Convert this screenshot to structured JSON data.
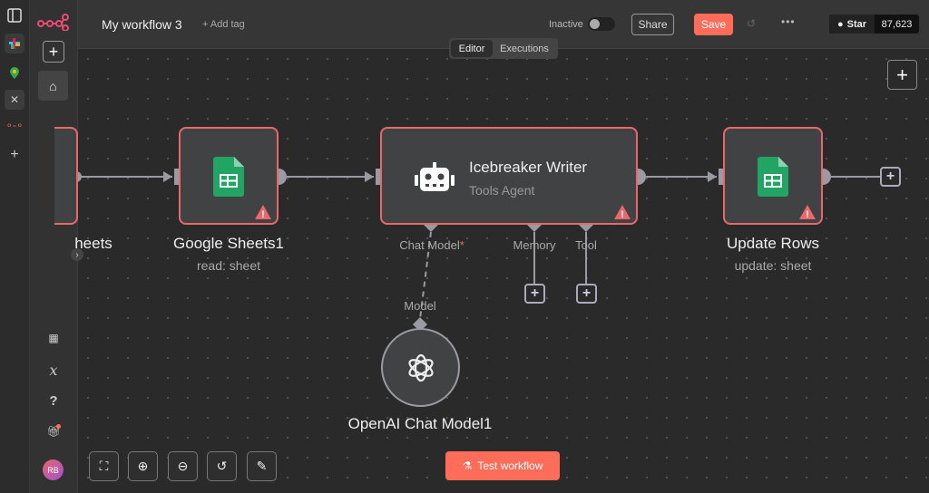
{
  "header": {
    "title": "My workflow 3",
    "add_tag": "+ Add tag",
    "status": "Inactive",
    "share": "Share",
    "save": "Save",
    "star": "Star",
    "star_count": "87,623"
  },
  "tabs": [
    {
      "label": "Editor",
      "active": true
    },
    {
      "label": "Executions",
      "active": false
    }
  ],
  "nodes": {
    "prev": {
      "label": "heets"
    },
    "sheets1": {
      "label": "Google Sheets1",
      "subtitle": "read: sheet"
    },
    "agent": {
      "title": "Icebreaker Writer",
      "subtitle": "Tools Agent",
      "chat_model": "Chat Model",
      "required": "*",
      "memory": "Memory",
      "tool": "Tool"
    },
    "update": {
      "label": "Update Rows",
      "subtitle": "update: sheet"
    },
    "openai": {
      "label": "OpenAI Chat Model1",
      "input_label": "Model"
    }
  },
  "footer": {
    "test_workflow": "Test workflow"
  },
  "user": {
    "initials": "RB"
  },
  "colors": {
    "accent": "#ff6d5a",
    "node_error_border": "#e8686c",
    "sheets_green": "#21a464"
  }
}
